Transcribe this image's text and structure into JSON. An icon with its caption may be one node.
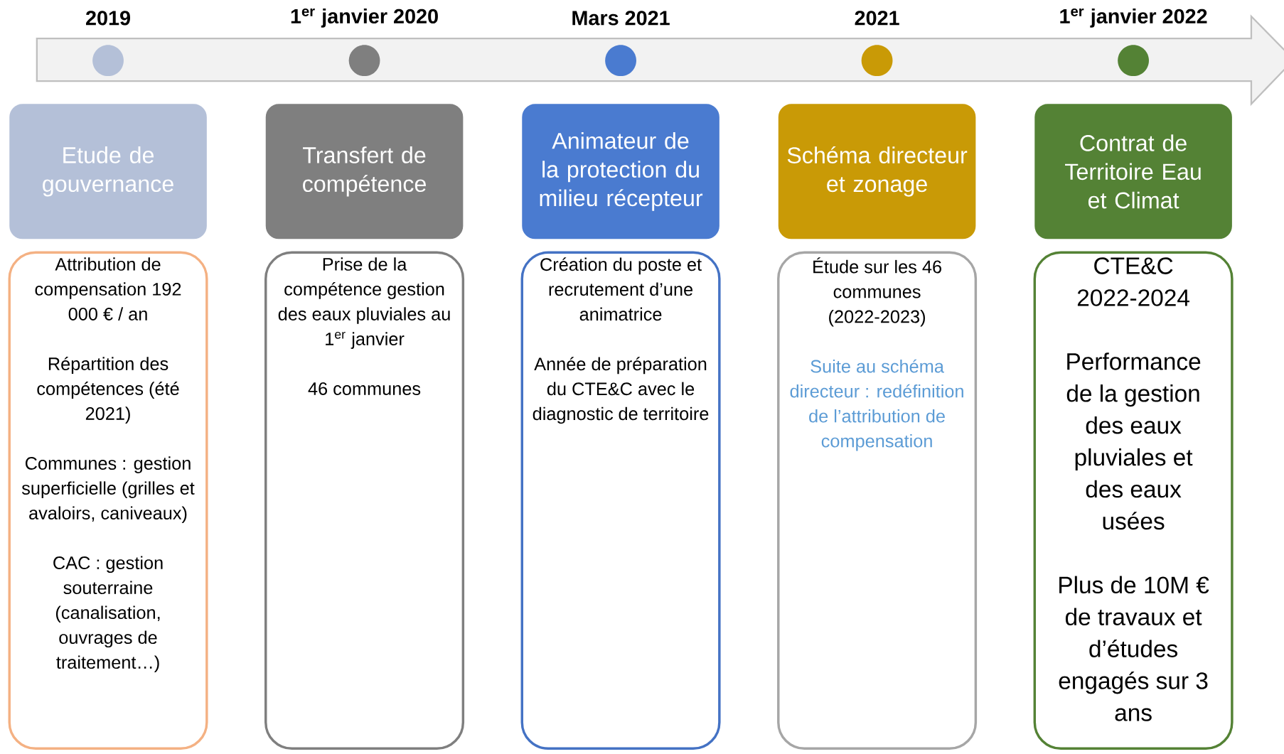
{
  "diagram": {
    "nodes": [
      {
        "text": [
          "Etude de gouvernance"
        ]
      },
      {
        "text": [
          "Transfert de compétence"
        ]
      },
      {
        "text": [
          "Animateur de la protection du milieu récepteur"
        ]
      },
      {
        "text": [
          "Schéma directeur et zonage"
        ]
      },
      {
        "text": [
          "Contrat de Territoire Eau et Climat"
        ]
      },
      {
        "text": [
          "Attribution de compensation 192 000 € / an",
          "Répartition des compétences (été 2021)",
          "Communes : gestion superficielle (grilles et avaloirs, caniveaux)",
          "CAC : gestion souterraine (canalisation, ouvrages de traitement…)"
        ]
      },
      {
        "text": [
          "Prise de la compétence gestion des eaux pluviales au 1$^{er}$ janvier",
          "46 communes"
        ]
      },
      {
        "text": [
          "Création du poste et recrutement d’une animatrice",
          "Année de préparation du CTE&C avec le diagnostic de territoire"
        ]
      },
      {
        "text": [
          "Étude sur les 46 communes (2022-2023)",
          "Suite au schéma directeur : redéfinition de l’attribution de compensation"
        ]
      },
      {
        "text": [
          "CTE&C 2022-2024",
          "Performance de la gestion des eaux pluviales et des eaux usées",
          "Plus de 10M € de travaux et d’études engagés sur 3 ans"
        ]
      }
    ],
    "labels": [
      "2019",
      "1$^{er}$ janvier 2020",
      "Mars 2021",
      "2021",
      "1$^{er}$ janvier 2022"
    ]
  }
}
